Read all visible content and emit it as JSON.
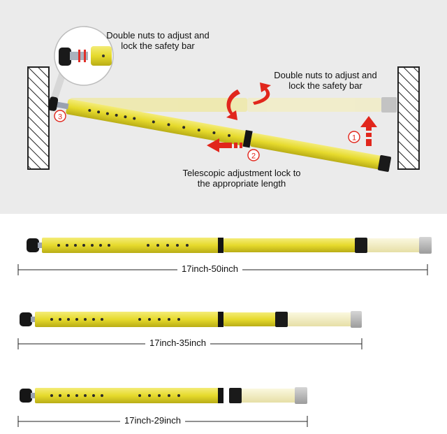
{
  "top_panel": {
    "callout_nuts": "Double nuts to adjust and\nlock the safety bar",
    "label_nuts_right": "Double nuts to adjust and\nlock the safety bar",
    "label_telescopic": "Telescopic adjustment lock to\nthe appropriate length",
    "steps": [
      "1",
      "2",
      "3"
    ]
  },
  "bars": [
    {
      "range": "17inch-50inch"
    },
    {
      "range": "17inch-35inch"
    },
    {
      "range": "17inch-29inch"
    }
  ],
  "colors": {
    "panel_bg": "#ebebeb",
    "bar_yellow": "#e9df3e",
    "bar_cream": "#f6f1c4",
    "cap_gray": "#b9b9b9",
    "arrow_red": "#e1261c"
  }
}
